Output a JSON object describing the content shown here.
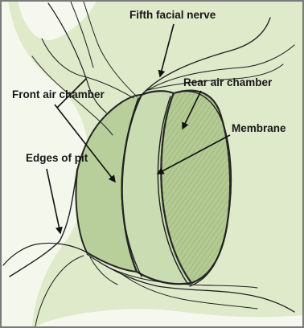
{
  "labels": {
    "fifth_facial_nerve": "Fifth facial nerve",
    "rear_air_chamber": "Rear air chamber",
    "front_air_chamber": "Front air chamber",
    "membrane": "Membrane",
    "edges_of_pit": "Edges of pit"
  },
  "colors": {
    "background": "#dfeacb",
    "chamber_fill": "#b7cc98",
    "membrane_fill": "#c9dbb0",
    "ink": "#1f1f1f",
    "frame": "#7a7a7a"
  }
}
